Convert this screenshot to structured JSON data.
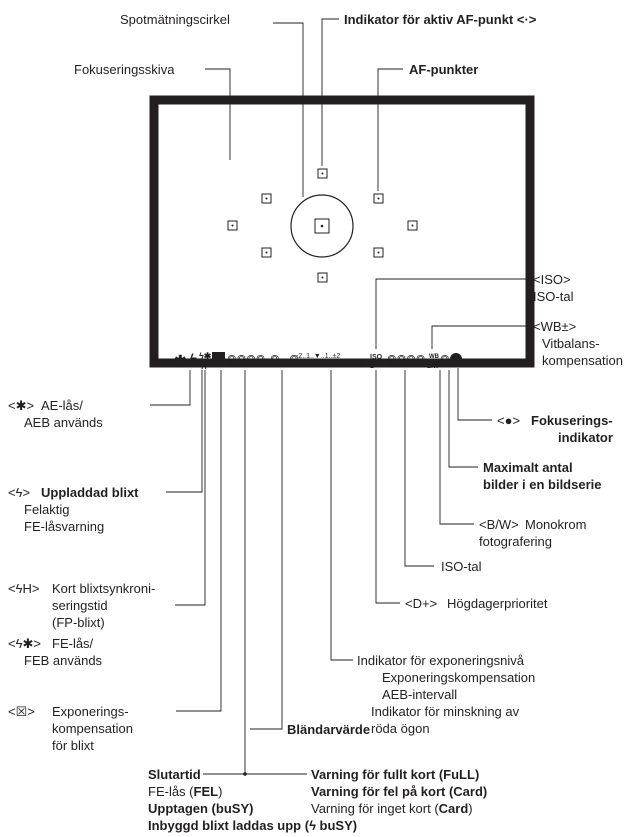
{
  "top": {
    "spot_circle": "Spotmätningscirkel",
    "active_af": "Indikator för aktiv AF-punkt <·>",
    "focusing_screen": "Fokuseringsskiva",
    "af_points": "AF-punkter"
  },
  "right": {
    "iso_symbol": "<ISO>",
    "iso_value": "ISO-tal",
    "wb_symbol": "<WB±>",
    "wb_1": "Vitbalans-",
    "wb_2": "kompensation",
    "focus_symbol": "<●>",
    "focus_1": "Fokuserings-",
    "focus_2": "indikator",
    "max_burst_1": "Maximalt antal",
    "max_burst_2": "bilder i en bildserie",
    "bw_symbol": "<B/W>",
    "bw_1": "Monokrom",
    "bw_2": "fotografering",
    "iso_value_2": "ISO-tal",
    "d_plus_symbol": "<D+>",
    "d_plus": "Högdagerprioritet",
    "exposure_1": "Indikator för exponeringsnivå",
    "exposure_2": "Exponeringskompensation",
    "exposure_3": "AEB-intervall",
    "exposure_4": "Indikator för minskning av",
    "exposure_5": "röda ögon",
    "aperture": "Bländarvärde"
  },
  "left": {
    "ae_symbol": "<✱>",
    "ae_1": "AE-lås/",
    "ae_2": "AEB används",
    "flash_symbol": "<ϟ>",
    "flash_1": "Uppladdad blixt",
    "flash_2": "Felaktig",
    "flash_3": "FE-låsvarning",
    "fp_symbol": "<ϟH>",
    "fp_1": "Kort blixtsynkroni-",
    "fp_2": "seringstid",
    "fp_3": "(FP-blixt)",
    "fel_symbol": "<ϟ✱>",
    "fel_1": "FE-lås/",
    "fel_2": "FEB används",
    "fec_symbol": "<☒>",
    "fec_1": "Exponerings-",
    "fec_2": "kompensation",
    "fec_3": "för blixt"
  },
  "bottom": {
    "shutter": "Slutartid",
    "fel_pre": "FE-lås (",
    "fel_code": "FEL",
    "busy_word": "Upptagen (",
    "busy_code": "buSY",
    "builtin_flash": "Inbyggd blixt laddas upp (",
    "builtin_flash_code": "ϟ buSY",
    "full_pre": "Varning för fullt kort (",
    "full_code": "FuLL",
    "card_err_pre": "Varning för fel på kort (",
    "card_err_code": "Card",
    "no_card_pre": "Varning för inget kort (",
    "no_card_code": "Card",
    "close_paren": ")"
  },
  "viewfinder": {
    "shutter_digits": "8888",
    "aperture_digits": "8.8",
    "scale_text": "-2..1..▼..1..±2",
    "iso_tag": "ISO",
    "d_plus_tag": "D+",
    "iso_digits": "8888",
    "wb_tag": "WB",
    "bw_tag": "B/W",
    "burst_digit": "8"
  },
  "colors": {
    "text": "#231f20",
    "line": "#231f20",
    "bold_text": "#3a3a3a"
  }
}
